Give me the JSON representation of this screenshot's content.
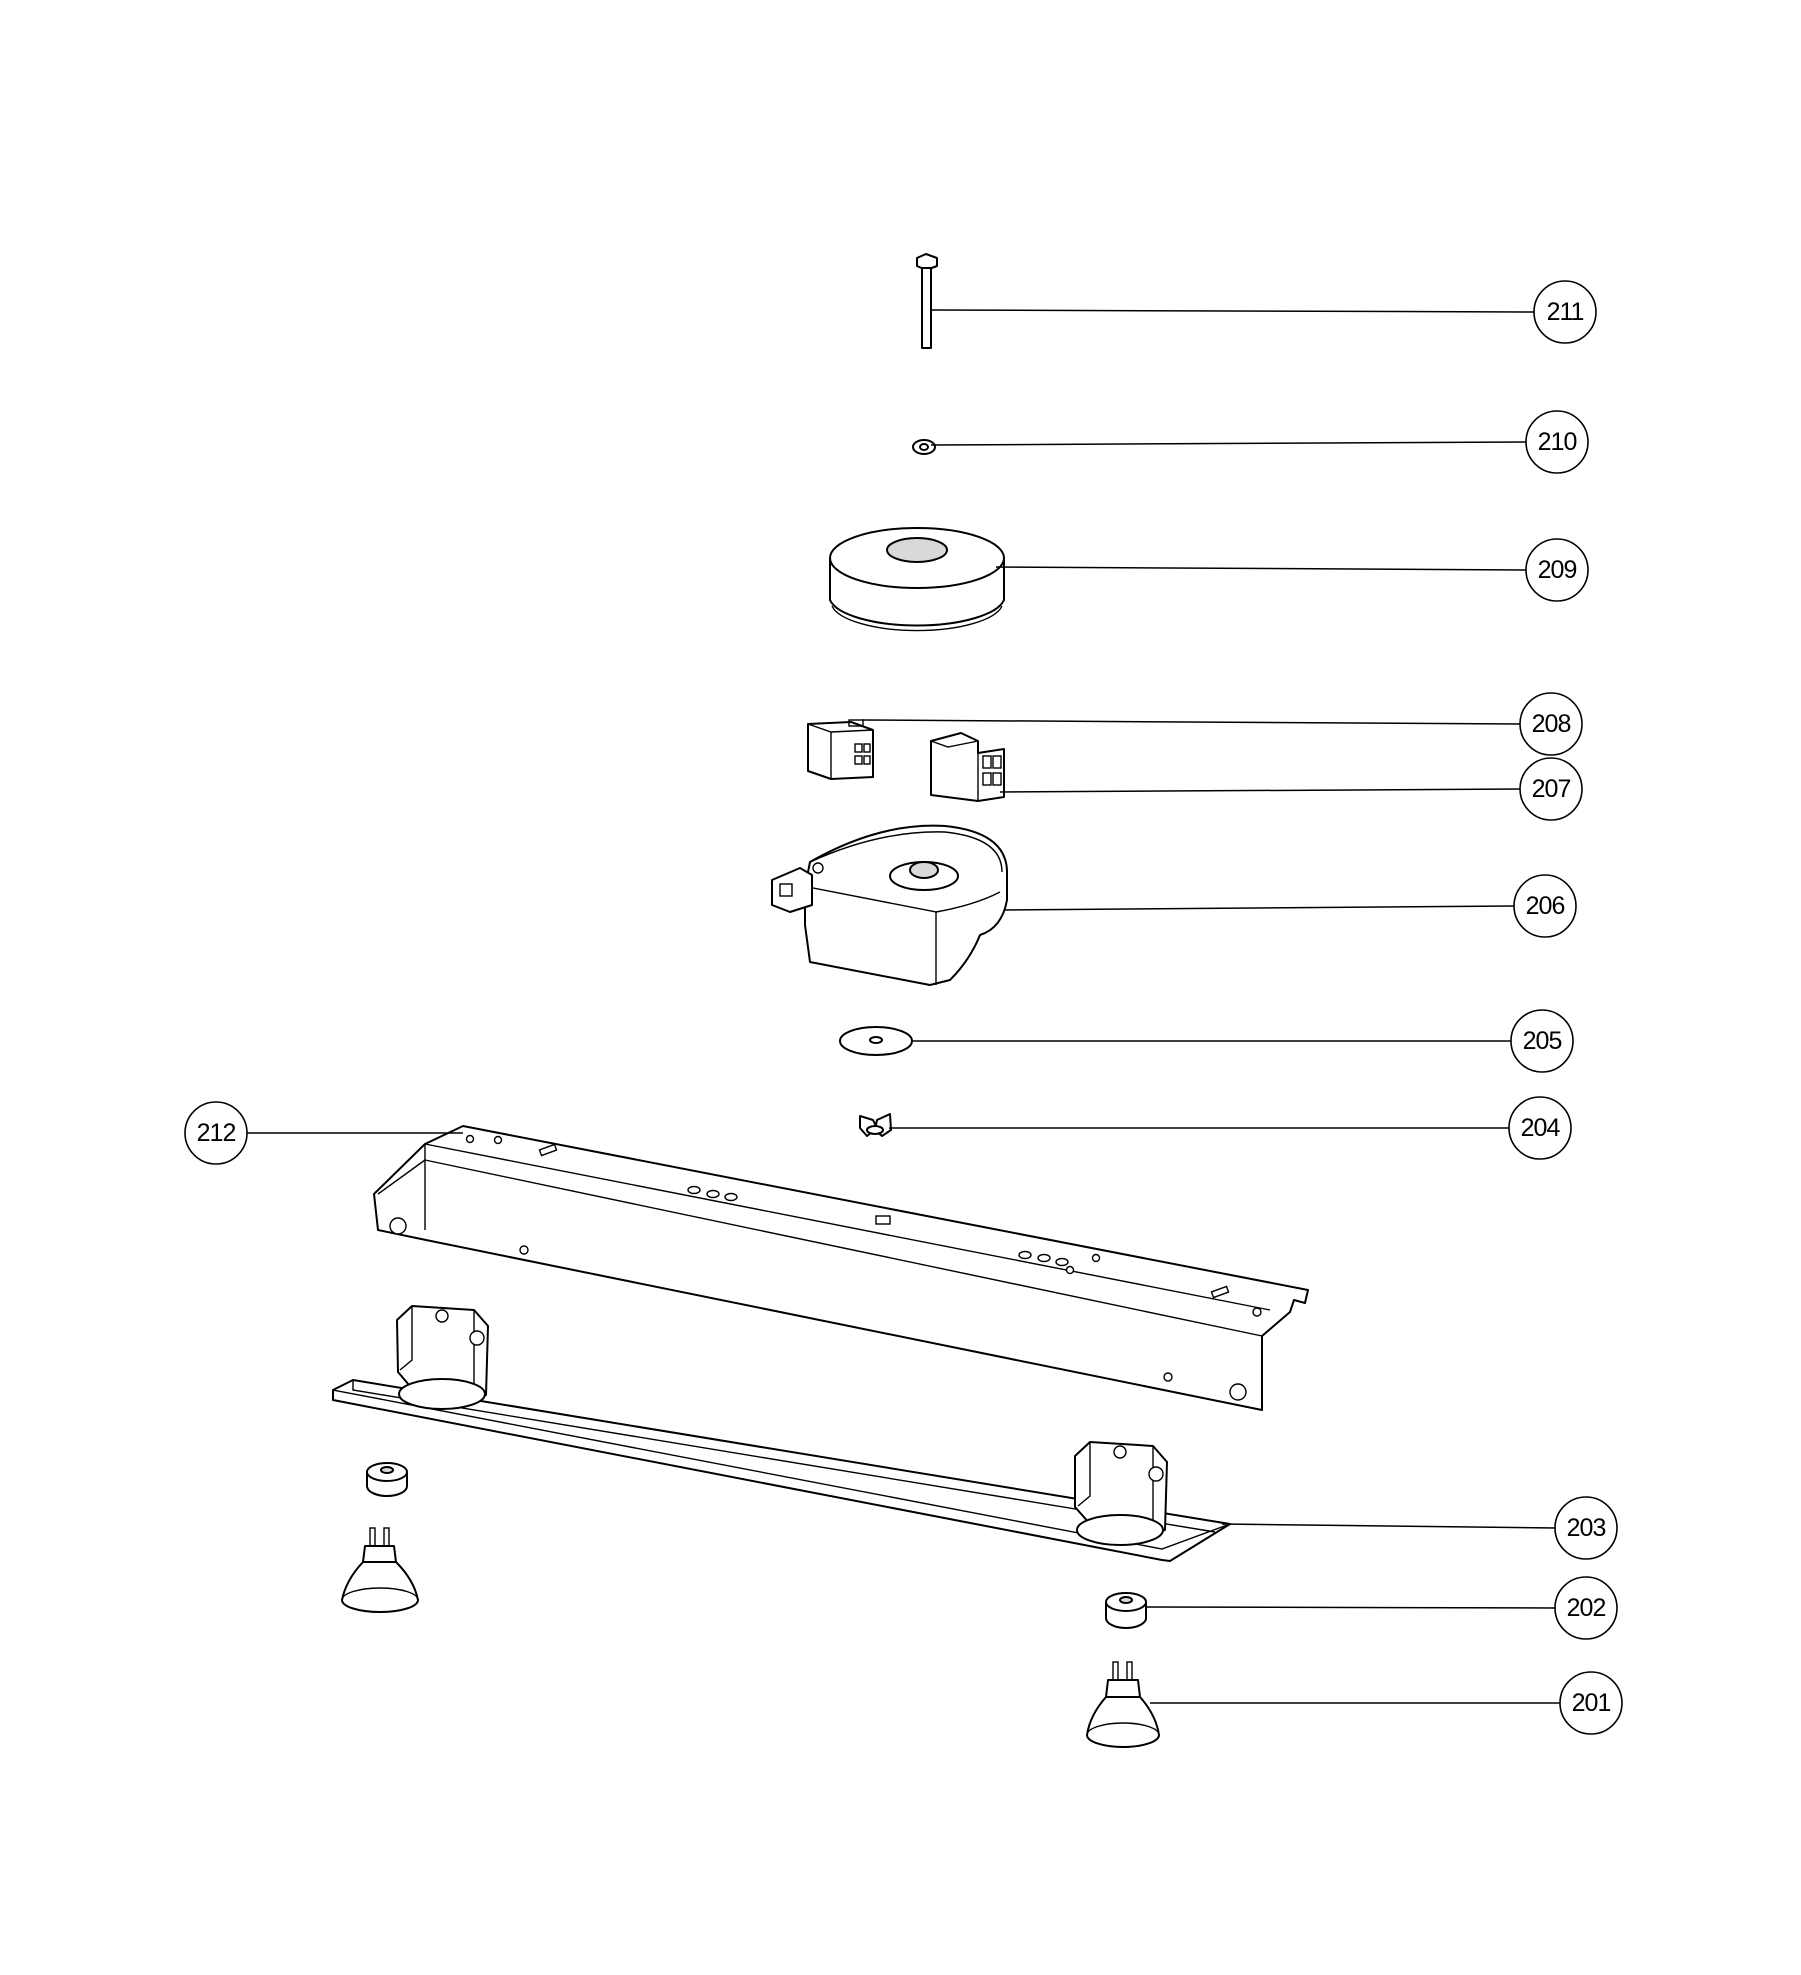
{
  "callouts": [
    {
      "id": "c211",
      "number": "211"
    },
    {
      "id": "c210",
      "number": "210"
    },
    {
      "id": "c209",
      "number": "209"
    },
    {
      "id": "c208",
      "number": "208"
    },
    {
      "id": "c207",
      "number": "207"
    },
    {
      "id": "c206",
      "number": "206"
    },
    {
      "id": "c205",
      "number": "205"
    },
    {
      "id": "c204",
      "number": "204"
    },
    {
      "id": "c212",
      "number": "212"
    },
    {
      "id": "c203",
      "number": "203"
    },
    {
      "id": "c202",
      "number": "202"
    },
    {
      "id": "c201",
      "number": "201"
    }
  ],
  "colors": {
    "line": "#000000",
    "background": "#ffffff",
    "shade": "#d9d9d9"
  }
}
